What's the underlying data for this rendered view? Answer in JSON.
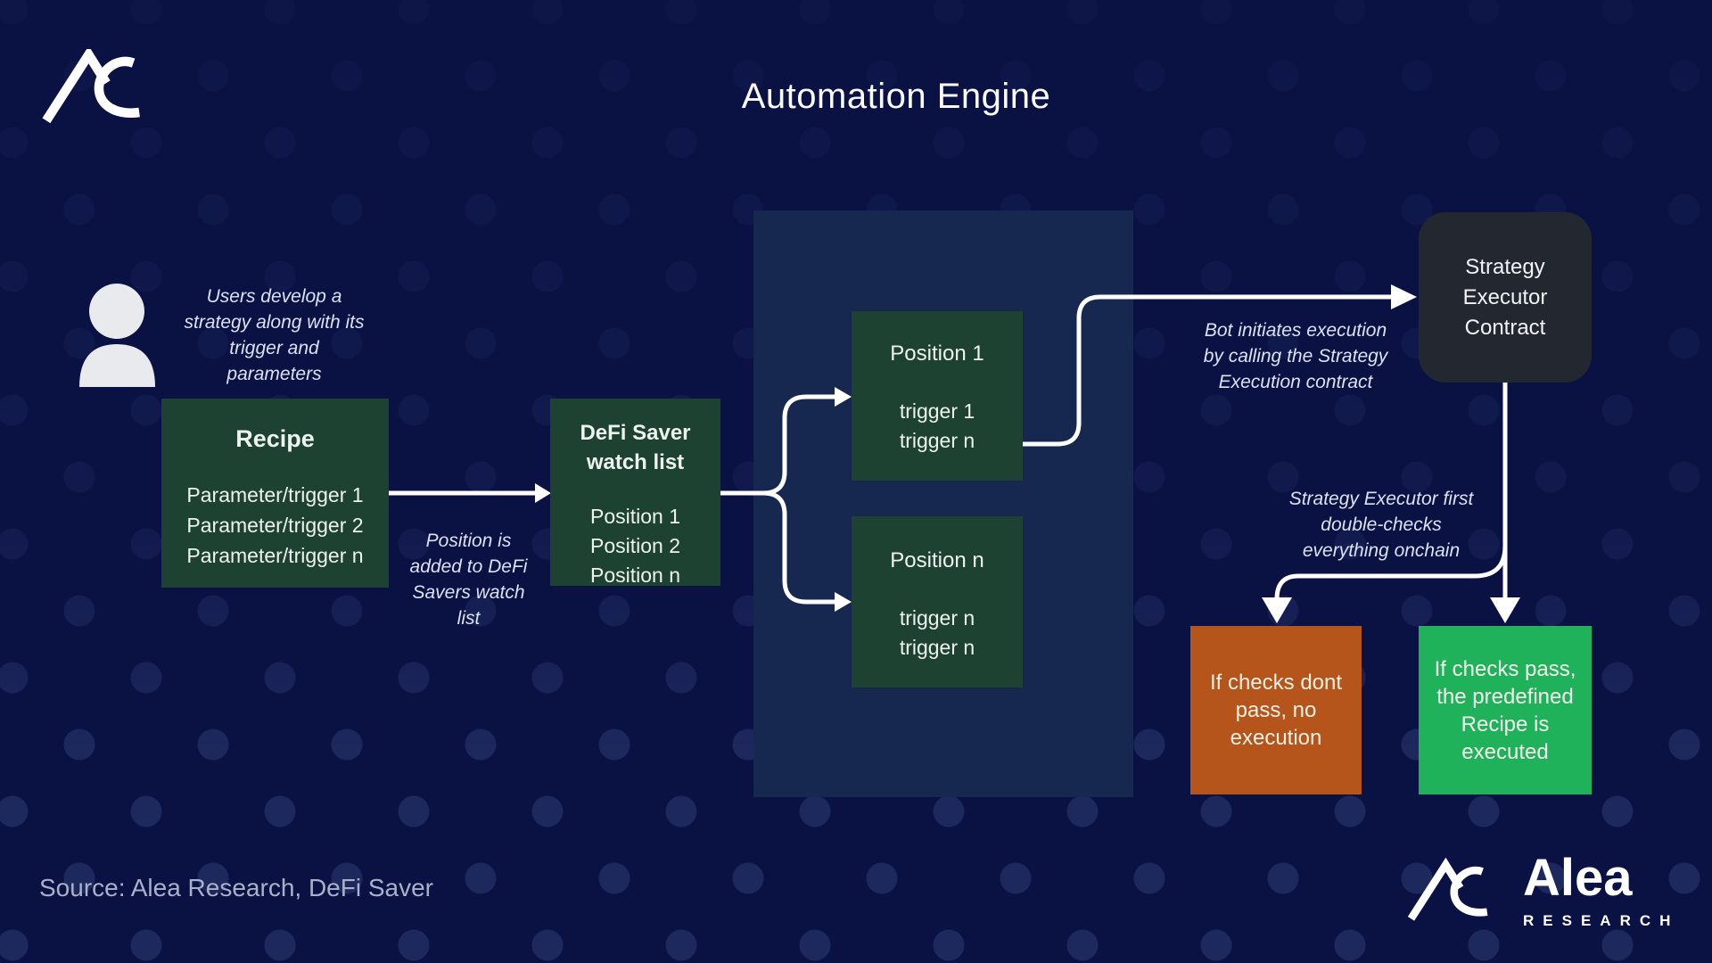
{
  "header": {
    "title": "Automation Engine"
  },
  "annotations": {
    "user": {
      "lines": [
        "Users develop a",
        "strategy along with its",
        "trigger and",
        "parameters"
      ]
    },
    "watchlist": {
      "lines": [
        "Position is",
        "added to DeFi",
        "Savers watch",
        "list"
      ]
    },
    "bot": {
      "lines": [
        "Bot initiates execution",
        "by calling the Strategy",
        "Execution contract"
      ]
    },
    "doublecheck": {
      "lines": [
        "Strategy Executor first",
        "double-checks",
        "everything onchain"
      ]
    }
  },
  "nodes": {
    "recipe": {
      "title": "Recipe",
      "lines": [
        "Parameter/trigger 1",
        "Parameter/trigger 2",
        "Parameter/trigger n"
      ]
    },
    "watchlist": {
      "title": "DeFi Saver watch list",
      "lines": [
        "Position 1",
        "Position 2",
        "Position n"
      ]
    },
    "position_1": {
      "title": "Position 1",
      "lines": [
        "trigger 1",
        "trigger n"
      ]
    },
    "position_n": {
      "title": "Position n",
      "lines": [
        "trigger n",
        "trigger n"
      ]
    },
    "strategy_executor": {
      "lines": [
        "Strategy",
        "Executor",
        "Contract"
      ]
    },
    "checks_fail": {
      "lines": [
        "If checks dont",
        "pass, no",
        "execution"
      ]
    },
    "checks_pass": {
      "lines": [
        "If checks pass,",
        "the predefined",
        "Recipe is",
        "executed"
      ]
    }
  },
  "footer": {
    "source": "Source: Alea Research, DeFi Saver"
  },
  "branding": {
    "wordmark": "Alea",
    "tagline": "RESEARCH"
  },
  "colors": {
    "background": "#0A1143",
    "panel": "#172850",
    "node_green": "#1D4231",
    "executor_dark": "#232730",
    "fail_orange": "#B5541B",
    "pass_green": "#20B15B",
    "arrow": "#FFFFFF",
    "annotation_text": "#DCE2F3",
    "source_text": "#A9B1C8"
  }
}
